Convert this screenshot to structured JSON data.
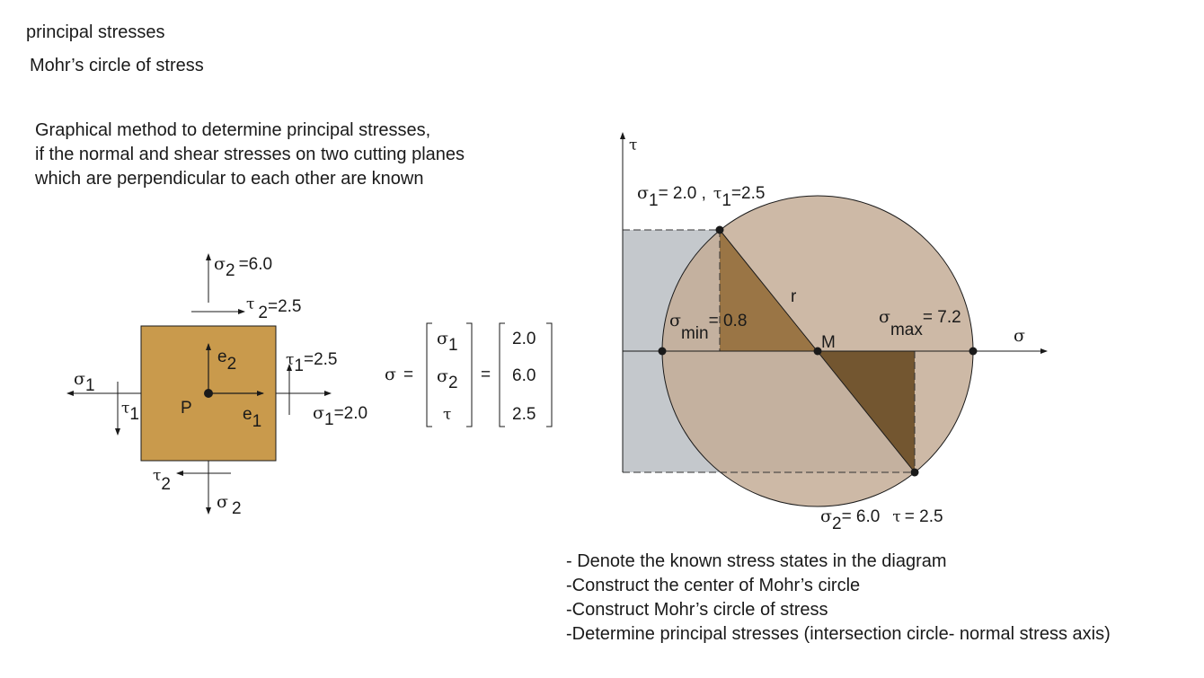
{
  "header": {
    "title": "principal stresses",
    "subtitle": "Mohr’s circle of stress"
  },
  "description": [
    "Graphical method to determine principal stresses,",
    "if the normal and shear stresses on two cutting planes",
    "which are perpendicular to each other are known"
  ],
  "element": {
    "sigma_sym": "σ",
    "tau_sym": "τ",
    "sub1": "1",
    "sub2": "2",
    "sigma2_value": "=6.0",
    "tau2_value": "=2.5",
    "tau1_value": "=2.5",
    "sigma1_value": "=2.0",
    "point_label": "P",
    "e_label": "e",
    "fill_color": "#c99a4c"
  },
  "matrix": {
    "sigma_label": "σ",
    "equals": "=",
    "symbols": [
      "σ",
      "σ",
      "τ"
    ],
    "symbol_subs": [
      "1",
      "2",
      ""
    ],
    "values": [
      "2.0",
      "6.0",
      "2.5"
    ]
  },
  "mohr": {
    "tau_axis_label": "τ",
    "sigma_axis_label": "σ",
    "point1": {
      "sigma": 2.0,
      "tau": 2.5
    },
    "point2": {
      "sigma": 6.0,
      "tau": 2.5
    },
    "center_label": "M",
    "radius_label": "r",
    "p1_label": {
      "sigma_sym": "σ",
      "sub": "1",
      "sigma_val": "= 2.0 ,",
      "tau_sym": "τ",
      "tau_sub": "1",
      "tau_val": "=2.5"
    },
    "p2_label": {
      "sigma_sym": "σ",
      "sub": "2",
      "sigma_val": "= 6.0",
      "tau_sym": "τ",
      "tau_val": "= 2.5"
    },
    "min_label": {
      "sym": "σ",
      "sub": "min",
      "val": "= 0.8"
    },
    "max_label": {
      "sym": "σ",
      "sub": "max",
      "val": "= 7.2"
    },
    "colors": {
      "circle": "#c4ad96",
      "gray_rect": "#c4c8cc",
      "triangle_light": "#9a7545",
      "triangle_dark": "#735630"
    }
  },
  "steps": [
    "- Denote the known stress states in the diagram",
    "-Construct the center of Mohr’s circle",
    "-Construct Mohr’s circle of stress",
    "-Determine principal stresses (intersection circle- normal stress axis)"
  ]
}
